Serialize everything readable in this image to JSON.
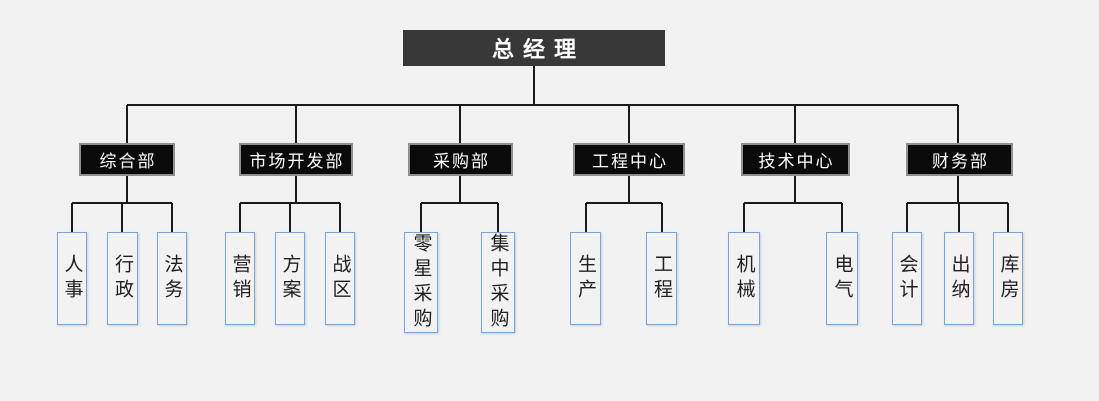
{
  "org": {
    "root_label": "总经理",
    "departments": [
      {
        "label": "综合部",
        "children": [
          "人事",
          "行政",
          "法务"
        ]
      },
      {
        "label": "市场开发部",
        "children": [
          "营销",
          "方案",
          "战区"
        ]
      },
      {
        "label": "采购部",
        "children": [
          "零星采购",
          "集中采购"
        ]
      },
      {
        "label": "工程中心",
        "children": [
          "生产",
          "工程"
        ]
      },
      {
        "label": "技术中心",
        "children": [
          "机械",
          "电气"
        ]
      },
      {
        "label": "财务部",
        "children": [
          "会计",
          "出纳",
          "库房"
        ]
      }
    ],
    "colors": {
      "background": "#f2f2f2",
      "root_box": "#383838",
      "dept_box": "#0a0a0a",
      "dept_border": "#8f8f8f",
      "child_border": "#7aa4d4",
      "child_fill_light": "#d9e7f7",
      "child_fill_dark": "#9fc2e8",
      "connector_line": "#1a1a1a",
      "root_text": "#ffffff",
      "dept_text": "#ffffff",
      "child_text": "#1f1f1f"
    }
  }
}
